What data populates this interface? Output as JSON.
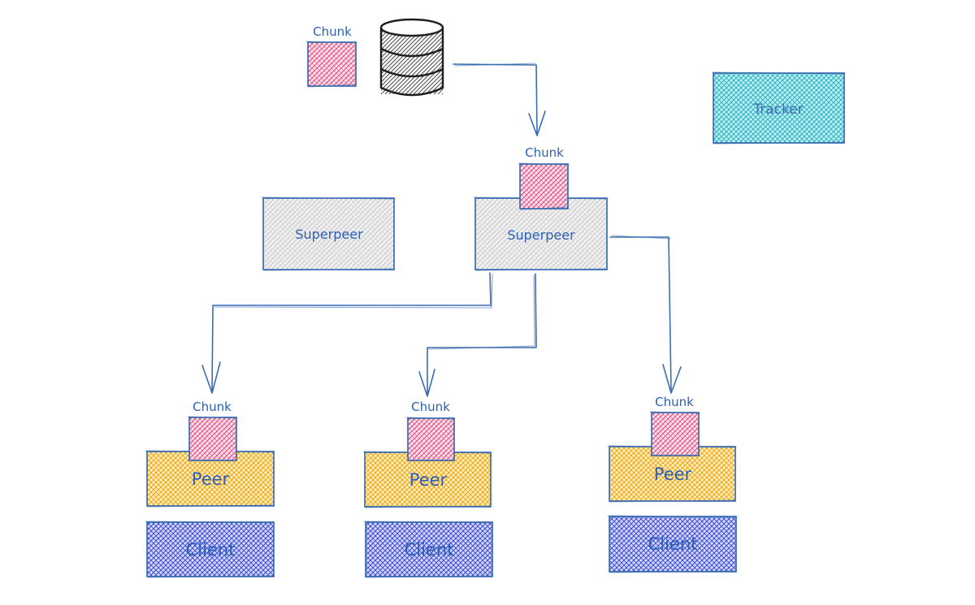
{
  "labels": {
    "chunk": "Chunk",
    "superpeer": "Superpeer",
    "tracker": "Tracker",
    "peer": "Peer",
    "client": "Client"
  },
  "colors": {
    "chunk_fill": "#e8447a",
    "superpeer_fill": "#cfcfcf",
    "tracker_fill": "#3cc4d0",
    "peer_fill": "#f2b320",
    "client_fill": "#4a59d8",
    "stroke": "#2f64ad",
    "database_stroke": "#1e1e1e"
  },
  "icons": {
    "database": "database-icon"
  }
}
